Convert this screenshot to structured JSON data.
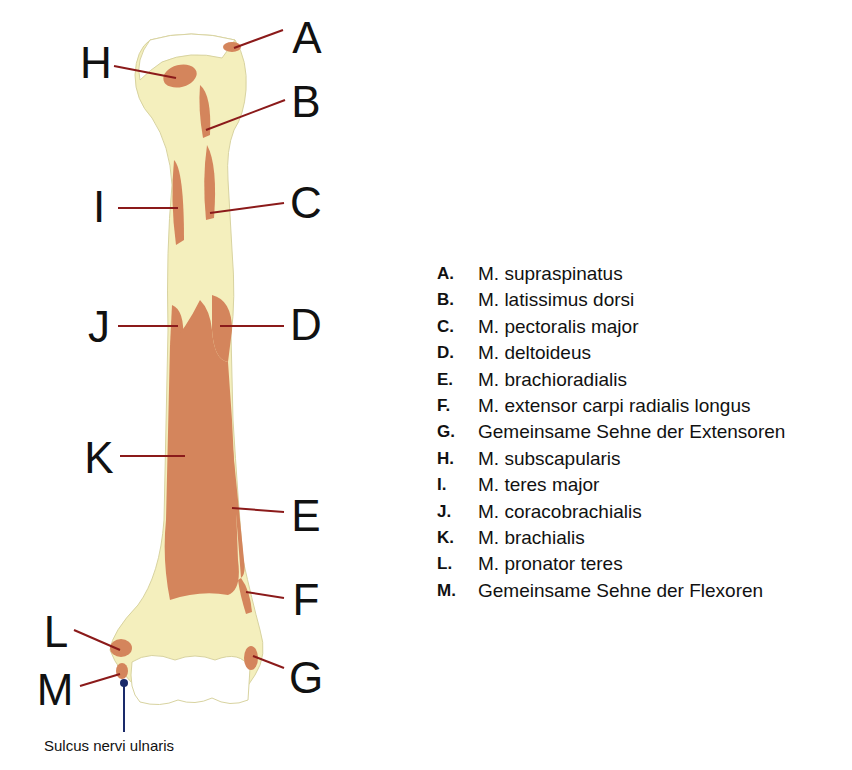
{
  "diagram": {
    "labels": [
      "H",
      "A",
      "B",
      "I",
      "C",
      "J",
      "D",
      "K",
      "E",
      "F",
      "L",
      "M",
      "G",
      "Sulcus nervi ulnaris",
      "A.",
      "M. supraspinatus",
      "B.",
      "M. latissimus dorsi",
      "C.",
      "M. pectoralis major",
      "D.",
      "M. deltoideus",
      "E.",
      "M. brachioradialis",
      "F.",
      "M. extensor carpi radialis longus",
      "G.",
      "Gemeinsame Sehne der Extensoren",
      "H.",
      "M. subscapularis",
      "I.",
      "M. teres major",
      "J.",
      "M. coracobrachialis",
      "K.",
      "M. brachialis",
      "L.",
      "M. pronator teres",
      "M.",
      "Gemeinsame Sehne der Flexoren"
    ]
  }
}
